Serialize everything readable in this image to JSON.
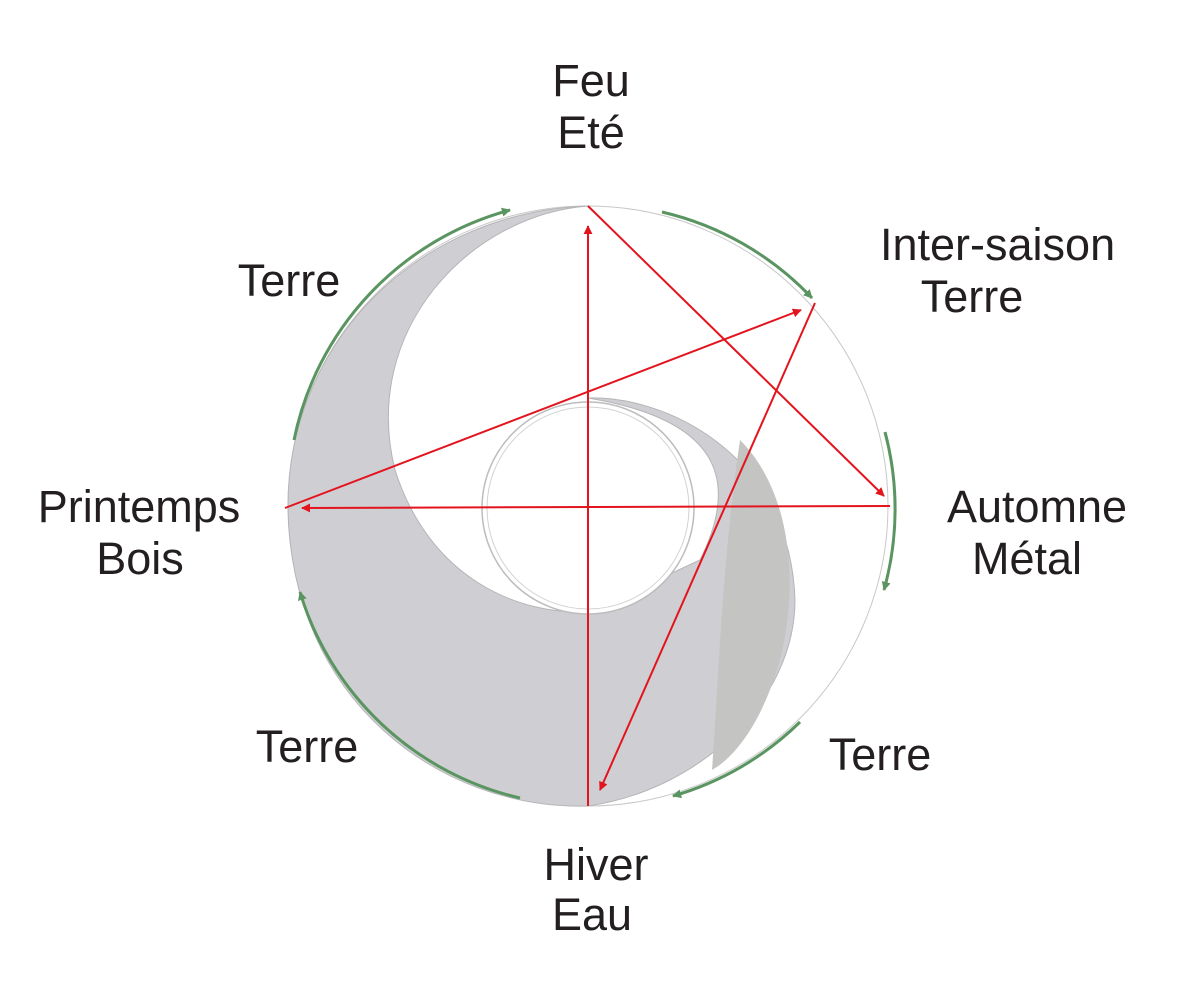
{
  "labels": {
    "top": [
      "Feu",
      "Eté"
    ],
    "top_right": [
      "Inter-saison",
      "Terre"
    ],
    "right": [
      "Automne",
      "Métal"
    ],
    "bottom_right": [
      "Terre"
    ],
    "bottom": [
      "Hiver",
      "Eau"
    ],
    "bottom_left": [
      "Terre"
    ],
    "left": [
      "Printemps",
      "Bois"
    ],
    "top_left": [
      "Terre"
    ]
  },
  "colors": {
    "generation_arrows": "#5a9561",
    "control_arrows": "#e3141e",
    "yin_shade": "#cfcfd3",
    "circle_outline": "#bcbcbc",
    "text": "#231f20"
  }
}
